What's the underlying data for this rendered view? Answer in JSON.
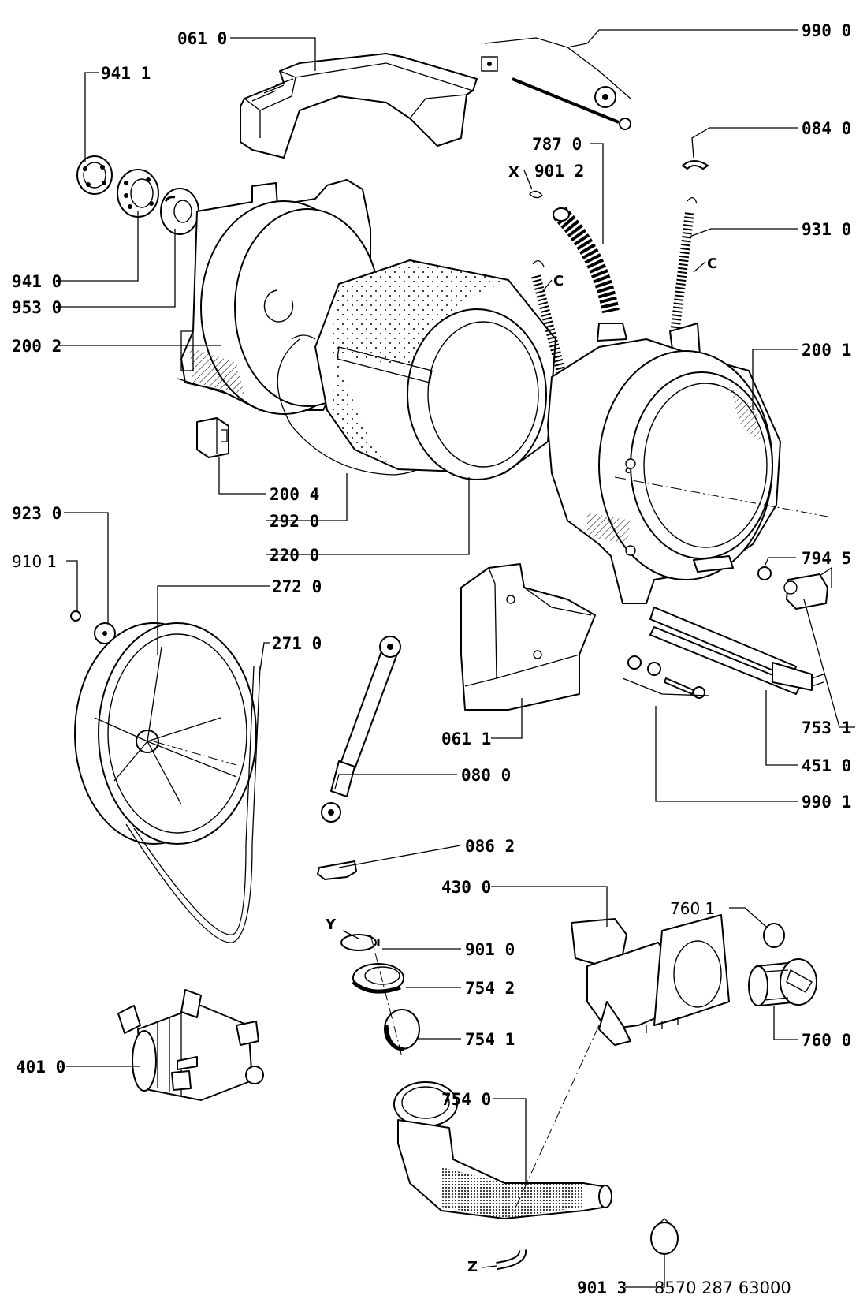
{
  "labels": {
    "l0610": "061 0",
    "l9900": "990 0",
    "l9411": "941 1",
    "l0840": "084 0",
    "l7870": "787 0",
    "l9012": "901 2",
    "lX": "X",
    "l9310": "931 0",
    "lC1": "C",
    "lC2": "C",
    "lC3": "C",
    "l9410": "941 0",
    "l9530": "953 0",
    "l2002": "200 2",
    "l2001": "200 1",
    "l2004": "200 4",
    "l2920": "292 0",
    "l9230": "923 0",
    "l9101": "910 1",
    "l2200": "220 0",
    "l7945": "794 5",
    "l2720": "272 0",
    "l2710": "271 0",
    "l7531": "753 1",
    "l0611": "061 1",
    "l4510": "451 0",
    "l0800": "080 0",
    "l9901": "990 1",
    "l0862": "086 2",
    "l4300": "430 0",
    "l7601": "760 1",
    "lY": "Y",
    "l9010": "901 0",
    "l7542": "754 2",
    "l7600": "760 0",
    "l4010": "401 0",
    "l7541": "754 1",
    "l7540": "754 0",
    "lZ": "Z",
    "l9013": "901 3"
  },
  "footer_code": "8570 287 63000"
}
